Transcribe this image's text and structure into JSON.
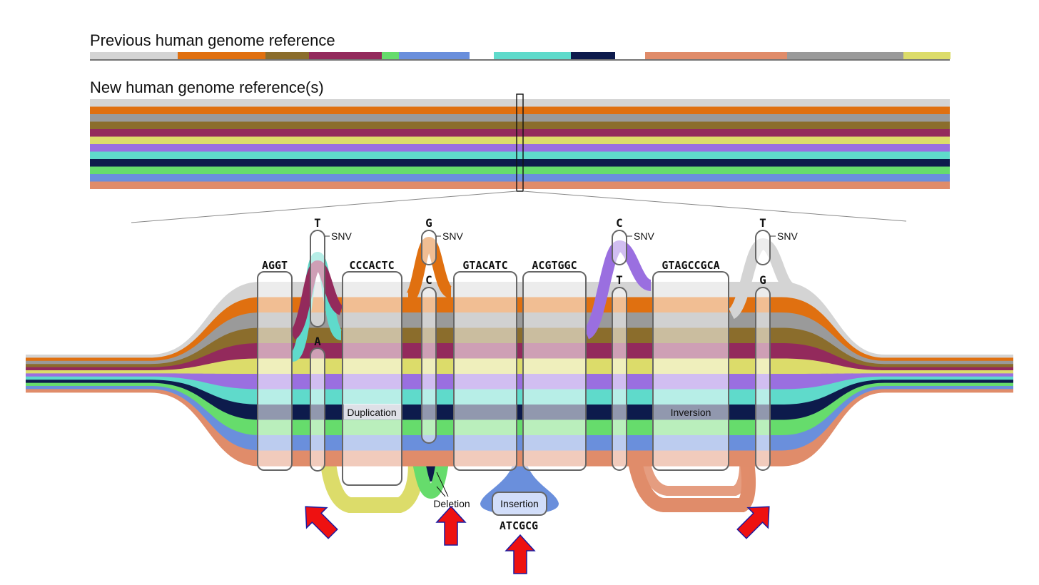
{
  "headings": {
    "previous": "Previous human genome reference",
    "new": "New human genome reference(s)"
  },
  "colors": {
    "light_gray": "#d4d4d4",
    "orange": "#e07010",
    "gray": "#9a9a9a",
    "olive": "#8b6d2c",
    "maroon": "#932a5c",
    "yellow": "#dcdc6a",
    "purple": "#9a6fe0",
    "teal": "#5fdacb",
    "navy": "#0d1b4c",
    "green": "#66dc6c",
    "blue": "#6a8fdc",
    "salmon": "#e08c6a",
    "arrow_red": "#ee1111",
    "arrow_outline": "#1a1aa0"
  },
  "previous_reference_segments": [
    "light_gray",
    "orange",
    "olive",
    "maroon",
    "green",
    "blue",
    "gap",
    "teal",
    "navy",
    "gap",
    "salmon",
    "gray",
    "yellow"
  ],
  "new_reference_tracks": [
    "light_gray",
    "orange",
    "gray",
    "olive",
    "maroon",
    "yellow",
    "purple",
    "teal",
    "navy",
    "green",
    "blue",
    "salmon"
  ],
  "sequences": {
    "aggt": "AGGT",
    "cccactc": "CCCACTC",
    "gtacatc": "GTACATC",
    "acgtggc": "ACGTGGC",
    "gtagccgca": "GTAGCCGCA",
    "atcgcg": "ATCGCG"
  },
  "snvs": [
    {
      "alt": "T",
      "ref": "A",
      "label": "SNV"
    },
    {
      "alt": "G",
      "ref": "C",
      "label": "SNV"
    },
    {
      "alt": "C",
      "ref": "T",
      "label": "SNV"
    },
    {
      "alt": "T",
      "ref": "G",
      "label": "SNV"
    }
  ],
  "variants": {
    "duplication": "Duplication",
    "deletion": "Deletion",
    "insertion": "Insertion",
    "inversion": "Inversion"
  }
}
